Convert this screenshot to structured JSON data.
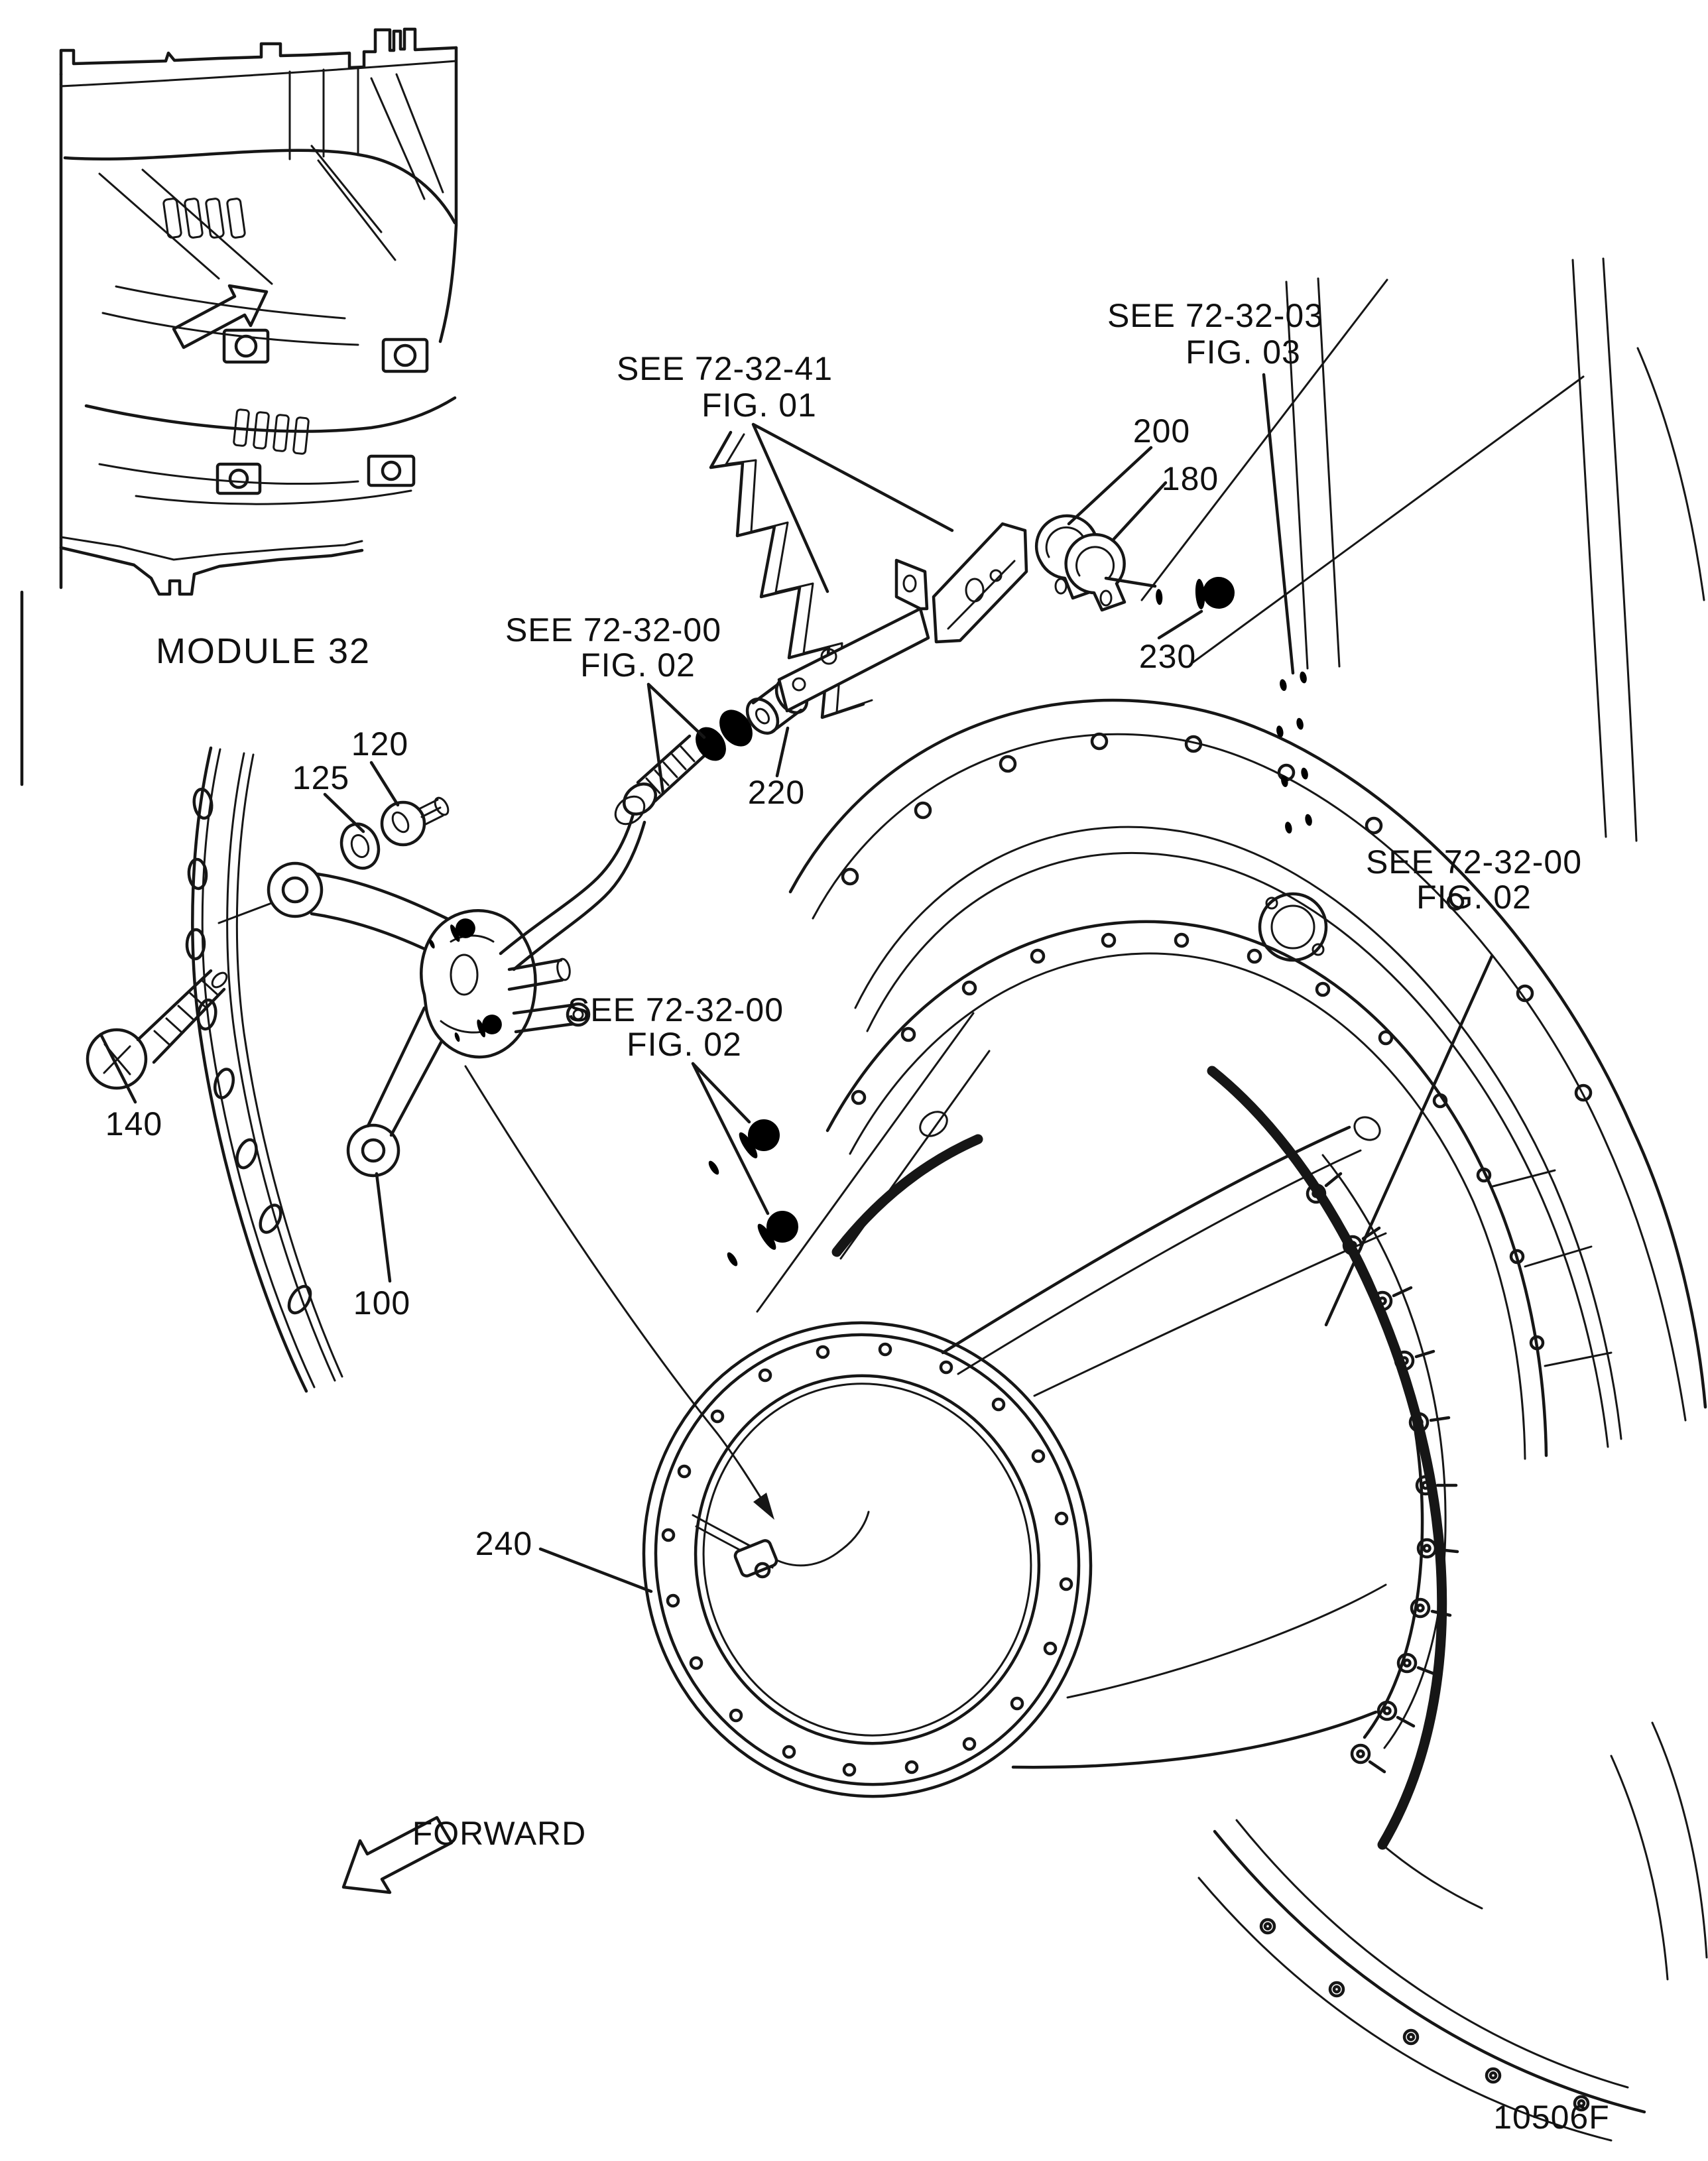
{
  "figure": {
    "code": "10506F",
    "module_label": "MODULE 32",
    "forward_label": "FORWARD"
  },
  "references": {
    "fig01": {
      "line1": "SEE 72-32-41",
      "line2": "FIG. 01"
    },
    "fig03": {
      "line1": "SEE 72-32-03",
      "line2": "FIG. 03"
    },
    "fig02": {
      "line1": "SEE 72-32-00",
      "line2": "FIG. 02"
    }
  },
  "parts": {
    "p100": "100",
    "p120": "120",
    "p125": "125",
    "p140": "140",
    "p180": "180",
    "p200": "200",
    "p220": "220",
    "p230": "230",
    "p240": "240"
  }
}
